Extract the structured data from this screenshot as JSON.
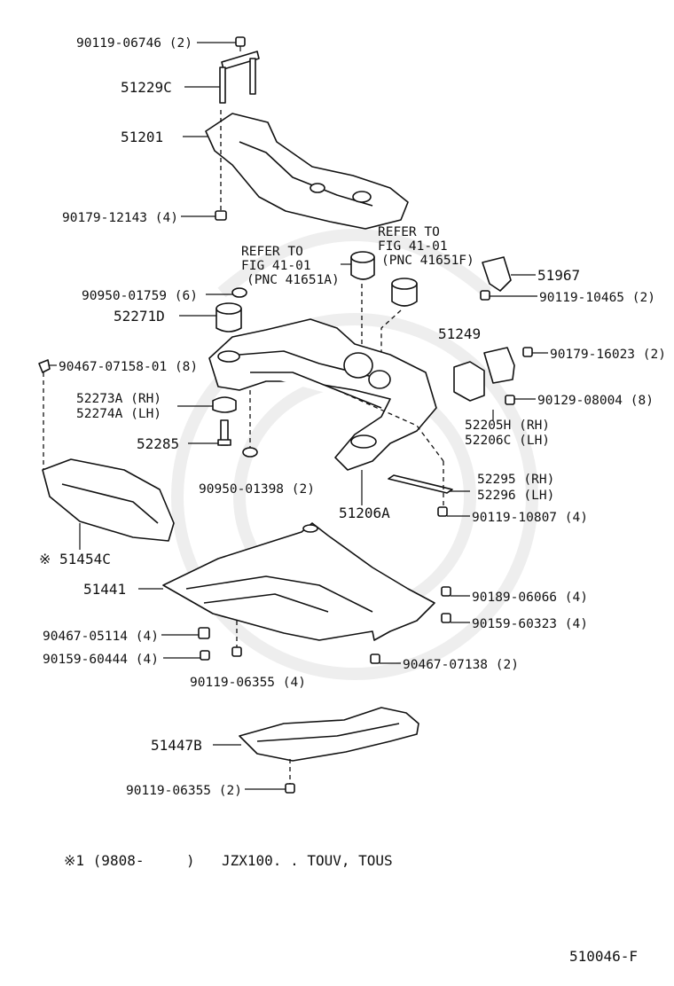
{
  "labels": {
    "p_90119_06746": "90119-06746 (2)",
    "p_51229C": "51229C",
    "p_51201": "51201",
    "p_90179_12143": "90179-12143 (4)",
    "refer_a_1": "REFER TO",
    "refer_a_2": "FIG 41-01",
    "refer_a_3": "(PNC 41651A)",
    "refer_f_1": "REFER TO",
    "refer_f_2": "FIG 41-01",
    "refer_f_3": "(PNC 41651F)",
    "p_51967": "51967",
    "p_90119_10465": "90119-10465 (2)",
    "p_90950_01759": "90950-01759 (6)",
    "p_52271D": "52271D",
    "p_51249": "51249",
    "p_90179_16023": "90179-16023 (2)",
    "p_90467_07158": "90467-07158-01 (8)",
    "p_52273A": "52273A (RH)",
    "p_52274A": "52274A (LH)",
    "p_90129_08004": "90129-08004 (8)",
    "p_52205H": "52205H (RH)",
    "p_52206C": "52206C (LH)",
    "p_52285": "52285",
    "p_90950_01398": "90950-01398 (2)",
    "p_52295": "52295 (RH)",
    "p_52296": "52296 (LH)",
    "p_51206A": "51206A",
    "p_90119_10807": "90119-10807 (4)",
    "p_51454C": "※ 51454C",
    "p_51441": "51441",
    "p_90189_06066": "90189-06066 (4)",
    "p_90159_60323": "90159-60323 (4)",
    "p_90467_05114": "90467-05114 (4)",
    "p_90159_60444": "90159-60444 (4)",
    "p_90119_06355_4": "90119-06355 (4)",
    "p_90467_07138": "90467-07138 (2)",
    "p_51447B": "51447B",
    "p_90119_06355_2": "90119-06355 (2)",
    "footnote_mark": "※1 (9808-",
    "footnote_paren": ")",
    "footnote_models": "JZX100. . TOUV, TOUS",
    "diagram_code": "510046-F"
  }
}
